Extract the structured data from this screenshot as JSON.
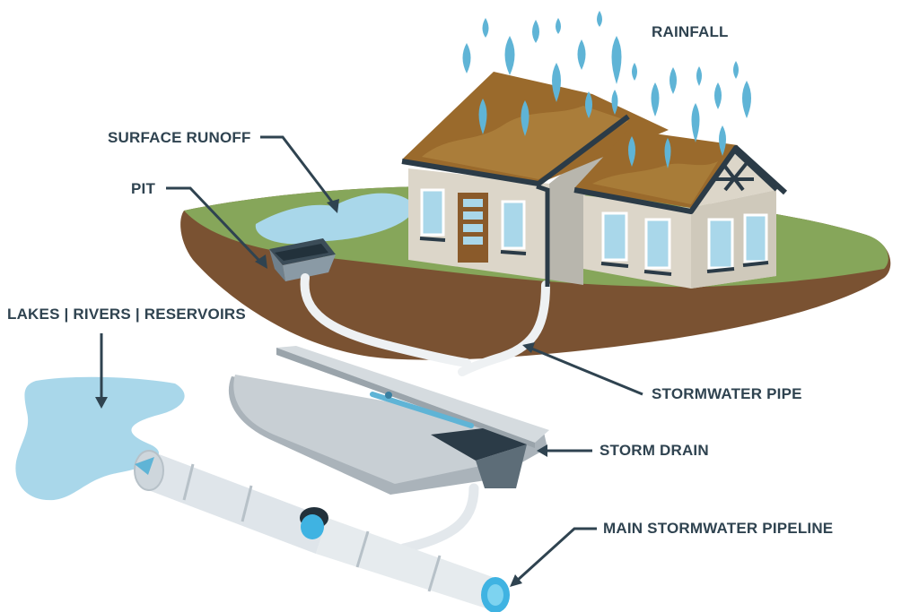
{
  "labels": {
    "rainfall": "RAINFALL",
    "surface_runoff": "SURFACE RUNOFF",
    "pit": "PIT",
    "lakes": "LAKES | RIVERS | RESERVOIRS",
    "stormwater_pipe": "STORMWATER PIPE",
    "storm_drain": "STORM DRAIN",
    "main_pipeline": "MAIN STORMWATER PIPELINE"
  },
  "colors": {
    "rain": "#5fb4d6",
    "water": "#a9d7ea",
    "grass": "#86a65a",
    "soil": "#7a5232",
    "roof": "#9a6a2c",
    "wall": "#dcd6c9",
    "trim": "#2b3b47",
    "pipe": "#e3e8ec",
    "text": "#2f4350"
  }
}
